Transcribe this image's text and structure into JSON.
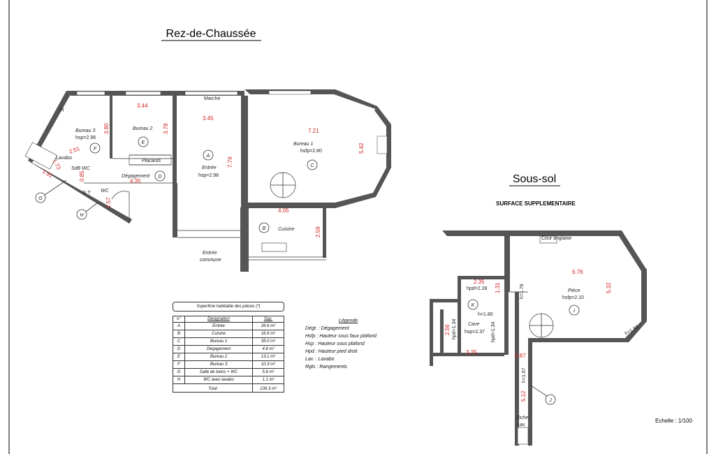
{
  "titles": {
    "ground_floor": "Rez-de-Chaussée",
    "basement": "Sous-sol",
    "basement_subtitle": "SURFACE SUPPLEMENTAIRE"
  },
  "scale": "Echelle : 1/100",
  "ground_rooms": {
    "A": {
      "name": "Entrée",
      "height": "hsp=2.98",
      "dim_top": "3.45",
      "dim_side": "7.79"
    },
    "B": {
      "name": "Cuisine",
      "dim_top": "4.05",
      "dim_side": "2.59"
    },
    "C": {
      "name": "Bureau 1",
      "height": "hsfp=2.80",
      "dim_top": "7.21",
      "dim_side": "5.42"
    },
    "D": {
      "name": "Dégagement",
      "dim": "4.35"
    },
    "E": {
      "name": "Bureau 2",
      "dim_top": "3.44",
      "dim_side": "3.78",
      "closet": "Placards"
    },
    "F": {
      "name": "Bureau 3",
      "height": "hsp=2.98",
      "dim_side": "3.80"
    },
    "G": {
      "name": "SdB WC",
      "dims": [
        "2.51",
        "1.73",
        "1.91",
        "0.85"
      ],
      "note": "Lavabo"
    },
    "H": {
      "name": "WC",
      "dims": [
        "1.57"
      ],
      "gt": "G.T"
    },
    "misc": {
      "pl": "Pl",
      "marche": "Marche",
      "entree_commune_1": "Entrée",
      "entree_commune_2": "commune"
    }
  },
  "basement_rooms": {
    "I": {
      "name": "Pièce",
      "height": "hsfp=2.10",
      "dim_top": "6.76",
      "dim_side": "5.32",
      "h1": "h=1.78",
      "h2": "h=1.92",
      "cour": "Cour anglaise"
    },
    "J": {
      "dims": [
        "0.87",
        "5.12"
      ],
      "h": "h=1.67",
      "douche": "Dche",
      "lav": "Lav."
    },
    "K": {
      "name": "Cave",
      "height": "hsp=2.37",
      "hpd": "hpd=2.28",
      "h": "h=1.80",
      "dims": [
        "2.35",
        "1.31",
        "2.56",
        "3.25"
      ],
      "hpd2": "hpd=1.34",
      "hpd3": "hpd=1.34"
    }
  },
  "area_table": {
    "title": "Superficie habitable des pièces (*)",
    "headers": [
      "n°",
      "Désignation",
      "Sup."
    ],
    "rows": [
      [
        "A",
        "Entrée",
        "26.6 m²"
      ],
      [
        "B",
        "Cuisine",
        "16.6 m²"
      ],
      [
        "C",
        "Bureau 1",
        "35.0 m²"
      ],
      [
        "D",
        "Dégagement",
        "4.8 m²"
      ],
      [
        "E",
        "Bureau 2",
        "13.1 m²"
      ],
      [
        "F",
        "Bureau 3",
        "10.3 m²"
      ],
      [
        "G",
        "Salle de bains + WC",
        "5.6 m²"
      ],
      [
        "H",
        "WC avec lavabo",
        "1.1 m²"
      ]
    ],
    "total_label": "Total",
    "total_value": "106.3 m²"
  },
  "legend": {
    "title": "Légende",
    "items": [
      "Dégt. : Dégagement",
      "Hsfp : Hauteur sous faux plafond",
      "Hsp : Hauteur sous plafond",
      "Hpd : Hauteur pied droit",
      "Lav. : Lavabo",
      "Rgts : Rangements"
    ]
  }
}
